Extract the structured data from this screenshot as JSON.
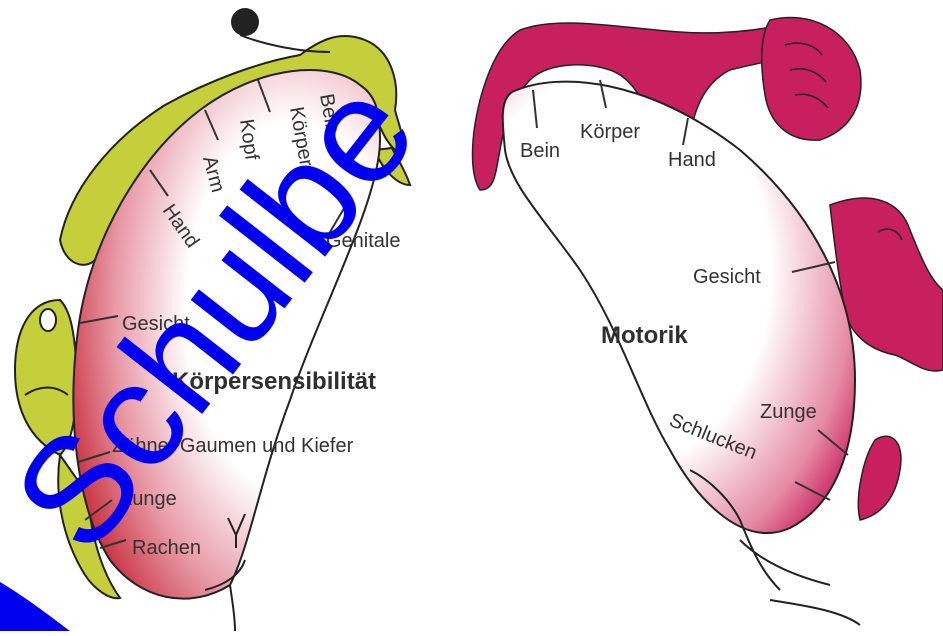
{
  "sensory": {
    "title": "Körpersensibilität",
    "labels": {
      "bein": "Bein",
      "koerper": "Körper",
      "kopf": "Kopf",
      "arm": "Arm",
      "hand": "Hand",
      "genitale": "Genitale",
      "gesicht": "Gesicht",
      "zaehne": "Zähne, Gaumen und Kiefer",
      "zunge": "Zunge",
      "rachen": "Rachen"
    }
  },
  "motor": {
    "title": "Motorik",
    "labels": {
      "bein": "Bein",
      "koerper": "Körper",
      "hand": "Hand",
      "gesicht": "Gesicht",
      "zunge": "Zunge",
      "schlucken": "Schlucken"
    }
  },
  "watermark": {
    "text": "Schulbe"
  },
  "colors": {
    "cortex_deep": "#c8303f",
    "cortex_mid": "#dc7084",
    "cortex_light": "#ffffff",
    "homunculus_sensory": "#c5cf3c",
    "homunculus_motor": "#c8205e",
    "watermark": "#0000ee",
    "outline": "#222222"
  }
}
